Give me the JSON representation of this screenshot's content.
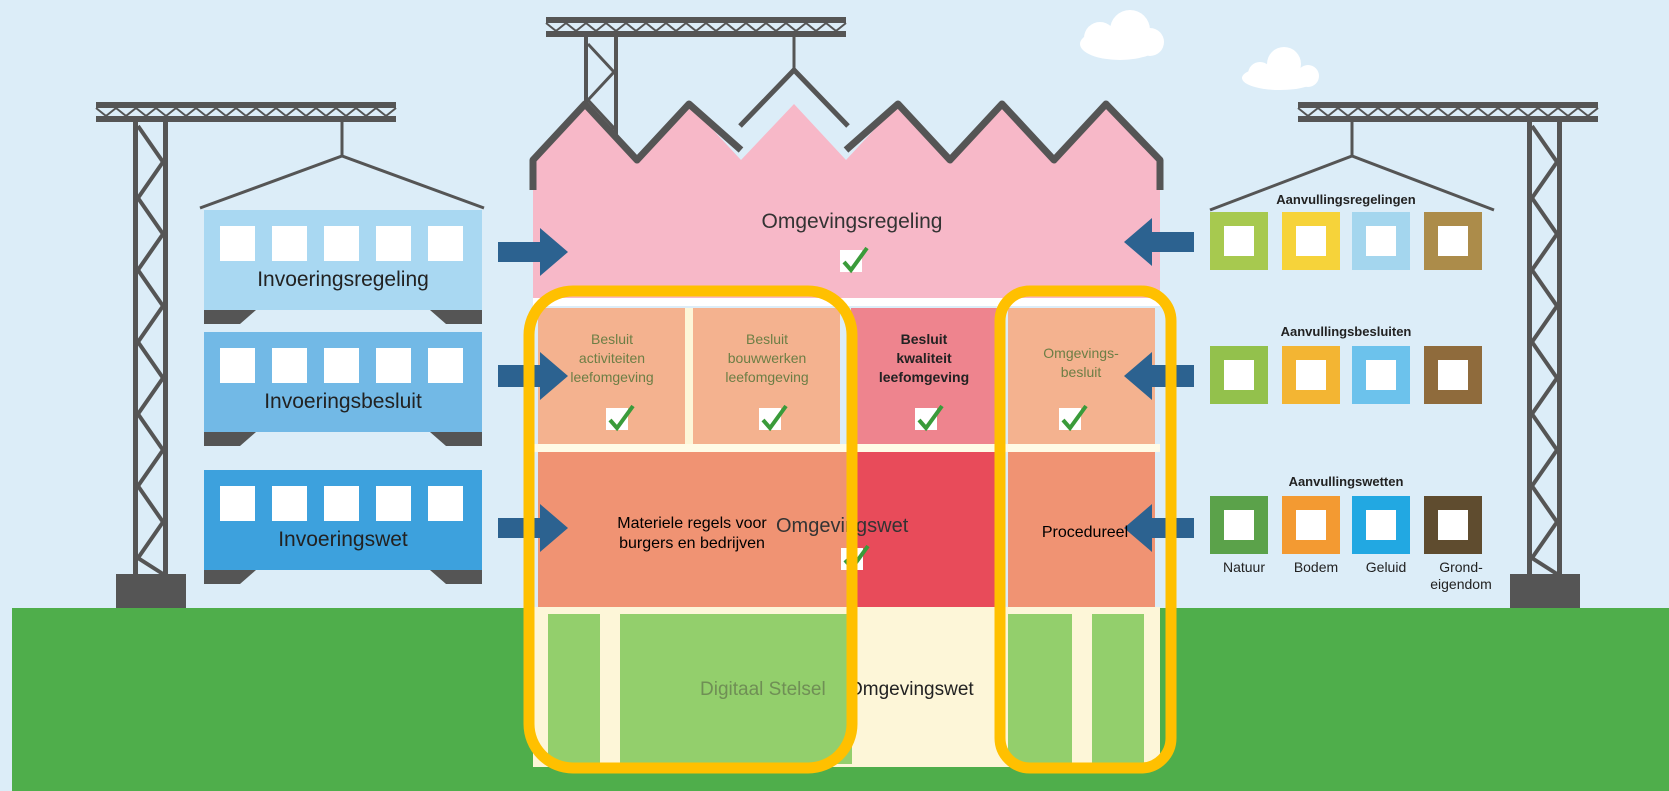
{
  "colors": {
    "sky": "#dcedf8",
    "cloud": "#ffffff",
    "ground": "#4fae4b",
    "crane": "#555555",
    "arrow": "#2c6290",
    "roof_pink": "#f7b8c8",
    "regeling_blue": "#a9d8f2",
    "besluit_blue": "#72b9e6",
    "wet_blue": "#3da1dd",
    "peach": "#f4b28f",
    "peach_dark": "#f09373",
    "red_light": "#ee848e",
    "red": "#e84b5a",
    "green_light": "#93cf6c",
    "cream": "#fdf6d8",
    "highlight": "#ffc000",
    "check": "#3a9b3a"
  },
  "center": {
    "regeling": "Omgevingsregeling",
    "besluit_activiteiten": [
      "Besluit",
      "activiteiten",
      "leefomgeving"
    ],
    "besluit_bouwwerken": [
      "Besluit",
      "bouwwerken",
      "leefomgeving"
    ],
    "besluit_kwaliteit": [
      "Besluit",
      "kwaliteit",
      "leefomgeving"
    ],
    "omgevingsbesluit": [
      "Omgevings-",
      "besluit"
    ],
    "wet": "Omgevingswet",
    "digitaal_a": "Digitaal Stelsel",
    "digitaal_b": "Omgevingswet"
  },
  "left_cranes": {
    "wagons": [
      {
        "label": "Invoeringsregeling",
        "color": "#a9d8f2"
      },
      {
        "label": "Invoeringsbesluit",
        "color": "#72b9e6"
      },
      {
        "label": "Invoeringswet",
        "color": "#3da1dd"
      }
    ]
  },
  "right_cranes": {
    "regelingen_title": "Aanvullingsregelingen",
    "besluiten_title": "Aanvullingsbesluiten",
    "wetten_title": "Aanvullingswetten",
    "regelingen_colors": [
      "#a7c94f",
      "#f6d33a",
      "#a4d6ee",
      "#ac8c4a"
    ],
    "besluiten_colors": [
      "#93c14c",
      "#f3b533",
      "#6cc2ec",
      "#8f6b3c"
    ],
    "wetten_colors": [
      "#5ba24a",
      "#f39a32",
      "#22a8e2",
      "#5f4c2f"
    ],
    "wetten_labels": [
      "Natuur",
      "Bodem",
      "Geluid",
      [
        "Grond-",
        "eigendom"
      ]
    ]
  },
  "callouts": {
    "materiele": [
      "Materiele regels voor",
      "burgers en bedrijven"
    ],
    "procedureel": "Procedureel"
  }
}
